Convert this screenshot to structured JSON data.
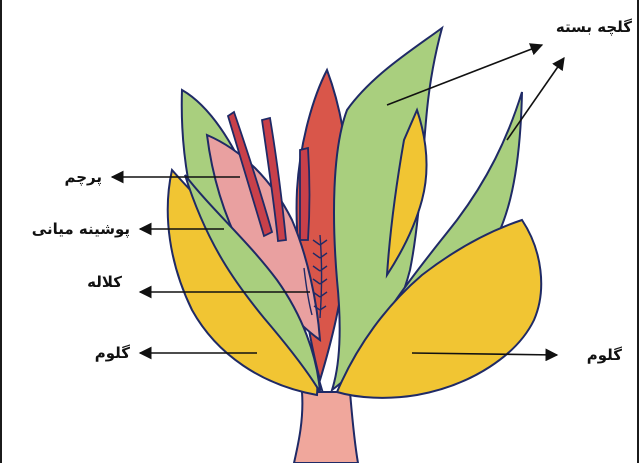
{
  "labels": {
    "bract": "گلچه بسته",
    "stamen": "پرچم",
    "middle_cover": "پوشینه میانی",
    "stigma": "کلاله",
    "glume_left": "گلوم",
    "glume_right": "گلوم"
  },
  "colors": {
    "outline": "#1f2a66",
    "yellow": "#f1c533",
    "green": "#a9cf7e",
    "red": "#d9564a",
    "pink": "#e9a0a0",
    "stem": "#f0a79c"
  }
}
